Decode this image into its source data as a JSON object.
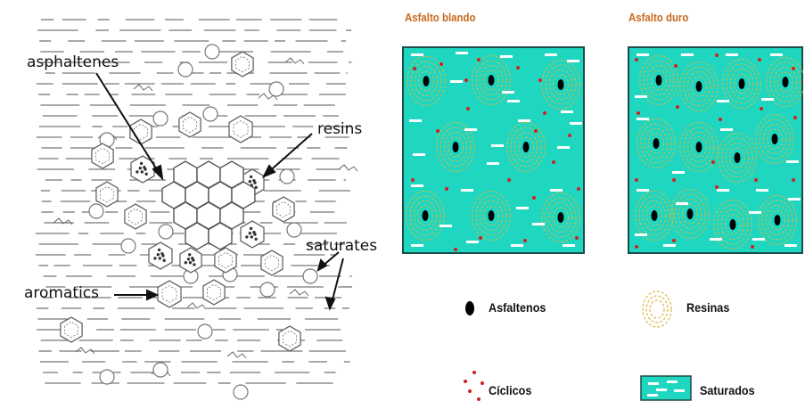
{
  "left_diagram": {
    "labels": {
      "asphaltenes": "asphaltenes",
      "resins": "resins",
      "saturates": "saturates",
      "aromatics": "aromatics"
    }
  },
  "right_diagram": {
    "panels": [
      {
        "title": "Asfalto blando"
      },
      {
        "title": "Asfalto duro"
      }
    ],
    "legend": {
      "asfaltenos": "Asfaltenos",
      "resinas": "Resinas",
      "ciclicos": "Cíclicos",
      "saturados": "Saturados"
    },
    "colors": {
      "water": "#1fd6c0",
      "border": "#1d4d49",
      "asphaltene": "#000000",
      "resin_ring": "#d8b840",
      "cyclic_dot": "#d02020",
      "saturate_bar": "#ffffff",
      "title": "#c8691e"
    }
  }
}
